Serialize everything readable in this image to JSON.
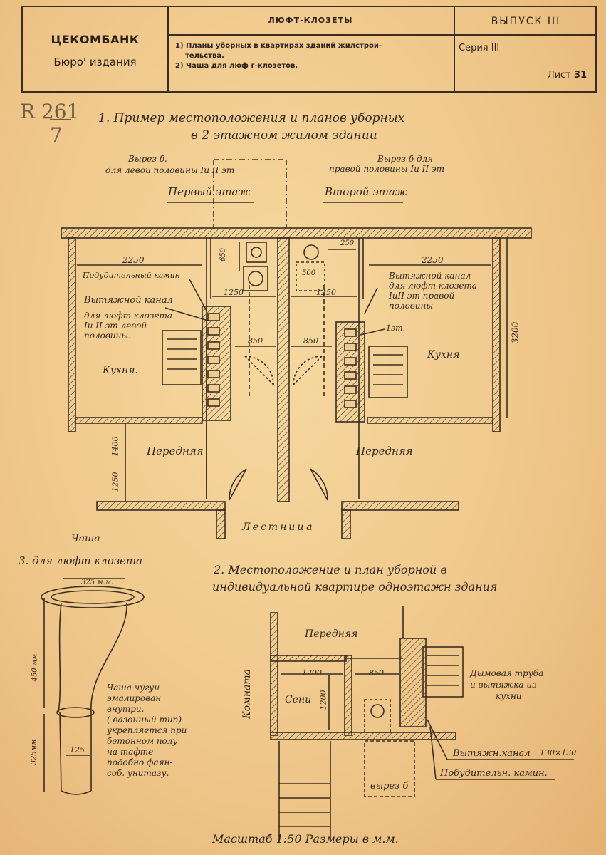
{
  "titleblock": {
    "org": "ЦЕКОМБАНК",
    "bureau": "Бюро' издания",
    "title": "ЛЮФТ-КЛОЗЕТЫ",
    "sub1": "1) Планы уборных в квартирах зданий жилстрои-",
    "sub2": "тельства.",
    "sub3": "2) Чаша для люф г-клозетов.",
    "issue": "ВЫПУСК III",
    "series": "Серия III",
    "sheet_label": "Лист",
    "sheet_no": "31"
  },
  "stamp": {
    "top": "R 261",
    "bottom": "7"
  },
  "plan1": {
    "title1": "1. Пример местоположения и планов уборных",
    "title2": "в 2 этажном жилом здании",
    "cut_left1": "Вырез б.",
    "cut_left2": "для левои половины Iu II эт",
    "cut_right1": "Вырез б для",
    "cut_right2": "правой половины Iu II эт",
    "floor1": "Первый этаж",
    "floor2": "Второй этаж",
    "dim_2250_left": "2250",
    "dim_2250_right": "2250",
    "dim_650": "650",
    "dim_250": "250",
    "dim_500": "500",
    "dim_1250_left": "1250",
    "dim_1250_right": "1250",
    "dim_850_left": "850",
    "dim_850_right": "850",
    "dim_3200": "3200",
    "dim_1400": "1400",
    "dim_1250_v": "1250",
    "pod_kamin": "Подудительный камин",
    "vyt_left1": "Вытяжной канал",
    "vyt_left2": "для люфт клозета",
    "vyt_left3": "Iu II эт левой",
    "vyt_left4": "половины.",
    "vyt_right1": "Вытяжной канал",
    "vyt_right2": "для люфт клозета",
    "vyt_right3": "IuII эт правой",
    "vyt_right4": "половины",
    "et1": "1эт.",
    "kitchen_left": "Кухня.",
    "kitchen_right": "Кухня",
    "hall_left": "Передняя",
    "hall_right": "Передняя",
    "stair": "Лестница"
  },
  "bowl": {
    "head1": "Чаша",
    "head2": "3. для люфт клозета",
    "dim_325top": "325 м.м.",
    "dim_450": "450 мм.",
    "dim_325side": "325мм",
    "dim_125": "125",
    "note": [
      "Чаша чугун",
      "эмалирован",
      "внутри.",
      "( вазонный тип)",
      "укрепляется при",
      "бетонном полу",
      "на тафте",
      "подобно фаян-",
      "соб. унитазу."
    ]
  },
  "plan2": {
    "title1": "2. Местоположение и план уборной в",
    "title2": "индивидуальной квартире одноэтажн здания",
    "hall": "Передняя",
    "room": "Комната",
    "seni": "Сени",
    "dim_1200h": "1200",
    "dim_1200v": "1200",
    "dim_850": "850",
    "smoke1": "Дымовая труба",
    "smoke2": "и вытяжка из",
    "smoke3": "кухни",
    "vyt": "Вытяжн.канал",
    "vyt_size": "130×130",
    "pod": "Побудительн. камин.",
    "cut": "вырез б"
  },
  "footer": "Масштаб 1:50 Размеры в м.м."
}
